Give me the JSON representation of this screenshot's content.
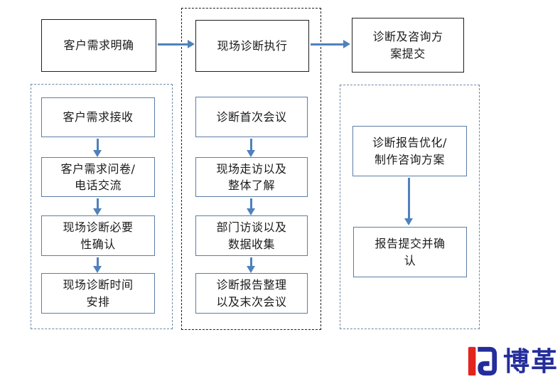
{
  "colors": {
    "arrow": "#4f81bd",
    "step-border": "#5b7da5",
    "header-border": "#1f1f1f",
    "dashed-slate": "#6b89a7",
    "dashed-dark": "#1f1f1f",
    "text": "#1a1a1a",
    "logo-blue": "#232d9b",
    "logo-red": "#e2261f"
  },
  "phases": [
    {
      "header": "客户需求明确",
      "steps": [
        "客户需求接收",
        "客户需求问卷/\n电话交流",
        "现场诊断必要\n性确认",
        "现场诊断时间\n安排"
      ]
    },
    {
      "header": "现场诊断执行",
      "steps": [
        "诊断首次会议",
        "现场走访以及\n整体了解",
        "部门访谈以及\n数据收集",
        "诊断报告整理\n以及末次会议"
      ]
    },
    {
      "header": "诊断及咨询方\n案提交",
      "steps": [
        "诊断报告优化/\n制作咨询方案",
        "报告提交并确\n认"
      ]
    }
  ],
  "logo": {
    "text": "博革"
  }
}
